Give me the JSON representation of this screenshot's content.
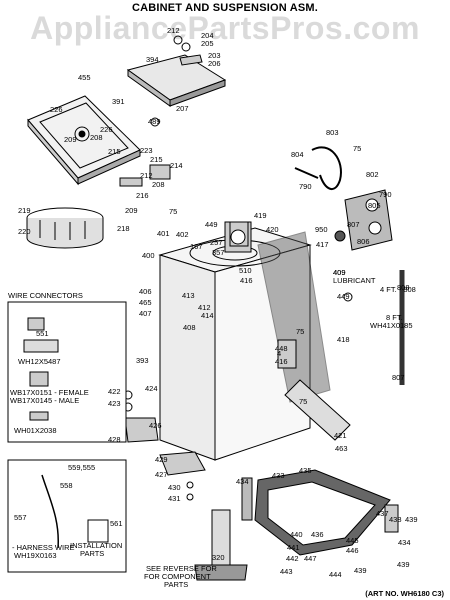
{
  "title": "CABINET AND SUSPENSION ASM.",
  "watermark": "AppliancePartsPros.com",
  "art_no": "(ART NO. WH6180 C3)",
  "wire_connectors": {
    "heading": "WIRE CONNECTORS",
    "parts": [
      "551",
      "WH12X5487",
      "WB17X0151 - FEMALE",
      "WB17X0145 - MALE",
      "WH01X2038"
    ]
  },
  "harness_box": {
    "parts": [
      "559,555",
      "558",
      "557",
      "561",
      "- HARNESS WIRE",
      "WH19X0163"
    ],
    "installation_label": "INSTALLATION",
    "parts_label": "PARTS"
  },
  "callouts": {
    "lubricant": "409\nLUBRICANT",
    "hose_4ft": "4 FT. - 808",
    "hose_8ft": "8 FT.",
    "hose_8ft_part": "WH41X0185",
    "see_reverse": "SEE REVERSE FOR",
    "component": "FOR COMPONENT",
    "parts": "PARTS"
  },
  "part_numbers": [
    "212",
    "204",
    "205",
    "394",
    "203",
    "206",
    "455",
    "391",
    "207",
    "226",
    "489",
    "226",
    "208",
    "209",
    "223",
    "215",
    "214",
    "212",
    "208",
    "215",
    "216",
    "75",
    "219",
    "209",
    "218",
    "220",
    "449",
    "419",
    "420",
    "401",
    "402",
    "167",
    "257",
    "357",
    "400",
    "510",
    "416",
    "406",
    "413",
    "465",
    "412",
    "407",
    "414",
    "408",
    "393",
    "803",
    "75",
    "804",
    "802",
    "790",
    "790",
    "805",
    "807",
    "806",
    "950",
    "417",
    "409",
    "449",
    "4",
    "75",
    "418",
    "448",
    "416",
    "807",
    "422",
    "424",
    "423",
    "426",
    "428",
    "421",
    "463",
    "429",
    "427",
    "430",
    "431",
    "434",
    "435",
    "433",
    "437",
    "438",
    "439",
    "440",
    "436",
    "445",
    "441",
    "446",
    "442",
    "443",
    "444",
    "439",
    "434",
    "439",
    "320",
    "447",
    "75",
    "808"
  ]
}
